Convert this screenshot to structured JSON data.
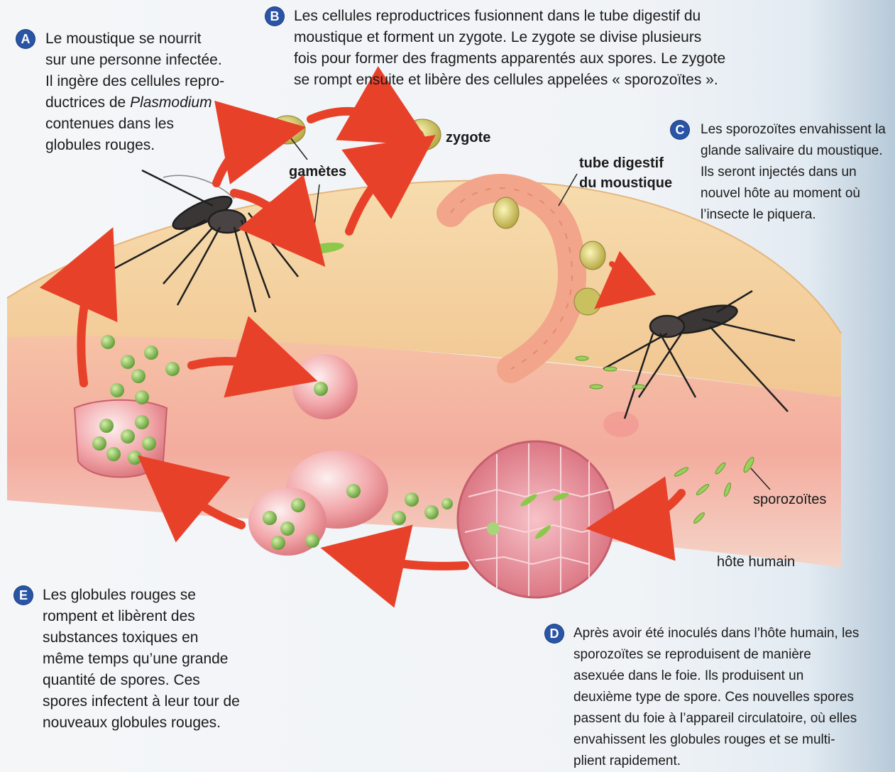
{
  "steps": {
    "A": {
      "badge": "A",
      "line1": "Le moustique se nourrit",
      "line2": "sur une personne infectée.",
      "line3": "Il ingère des cellules repro-",
      "line4a": "ductrices de ",
      "line4b": "Plasmodium",
      "line5": "contenues dans les",
      "line6": "globules rouges."
    },
    "B": {
      "badge": "B",
      "line1": "Les cellules reproductrices fusionnent dans le tube digestif du",
      "line2": "moustique et forment un zygote. Le zygote se divise plusieurs",
      "line3": "fois pour former des fragments apparentés aux spores. Le zygote",
      "line4": "se rompt ensuite et libère des cellules appelées « sporozoïtes »."
    },
    "C": {
      "badge": "C",
      "line1": "Les sporozoïtes envahissent la",
      "line2": "glande salivaire du moustique.",
      "line3": "Ils seront injectés dans un",
      "line4": "nouvel hôte au moment où",
      "line5": "l’insecte le piquera."
    },
    "D": {
      "badge": "D",
      "line1": "Après avoir été inoculés dans l’hôte humain, les",
      "line2": "sporozoïtes se reproduisent de manière",
      "line3": "asexuée dans le foie. Ils produisent un",
      "line4": "deuxième type de spore. Ces nouvelles spores",
      "line5": "passent du foie à l’appareil circulatoire, où elles",
      "line6": "envahissent les globules rouges et se multi-",
      "line7": "plient rapidement."
    },
    "E": {
      "badge": "E",
      "line1": "Les globules rouges se",
      "line2": "rompent et libèrent des",
      "line3": "substances toxiques en",
      "line4": "même temps qu’une grande",
      "line5": "quantité de spores. Ces",
      "line6": "spores infectent à leur tour de",
      "line7": "nouveaux globules rouges."
    }
  },
  "labels": {
    "zygote": "zygote",
    "gametes": "gamètes",
    "tube_line1": "tube digestif",
    "tube_line2": "du moustique",
    "sporozoites": "sporozoïtes",
    "host": "hôte humain"
  },
  "colors": {
    "badge": "#2a55a6",
    "arrow": "#e8412a",
    "skin_top": "#f5d6a8",
    "skin_side": "#f3b3a3",
    "spore_green": "#7fb24a",
    "liver_pink": "#e98c98"
  }
}
